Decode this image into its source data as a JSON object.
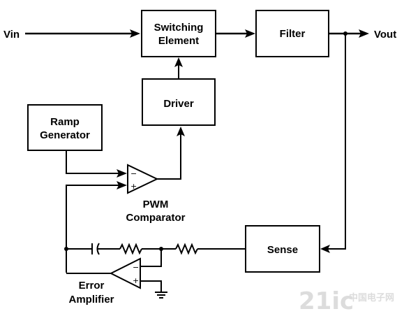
{
  "labels": {
    "vin": "Vin",
    "vout": "Vout",
    "switching_line1": "Switching",
    "switching_line2": "Element",
    "filter": "Filter",
    "driver": "Driver",
    "ramp_line1": "Ramp",
    "ramp_line2": "Generator",
    "pwm_line1": "PWM",
    "pwm_line2": "Comparator",
    "sense": "Sense",
    "error_line1": "Error",
    "error_line2": "Amplifier",
    "minus": "−",
    "plus": "+"
  },
  "watermark": {
    "text": "21ic",
    "chinese": "中国电子网"
  }
}
